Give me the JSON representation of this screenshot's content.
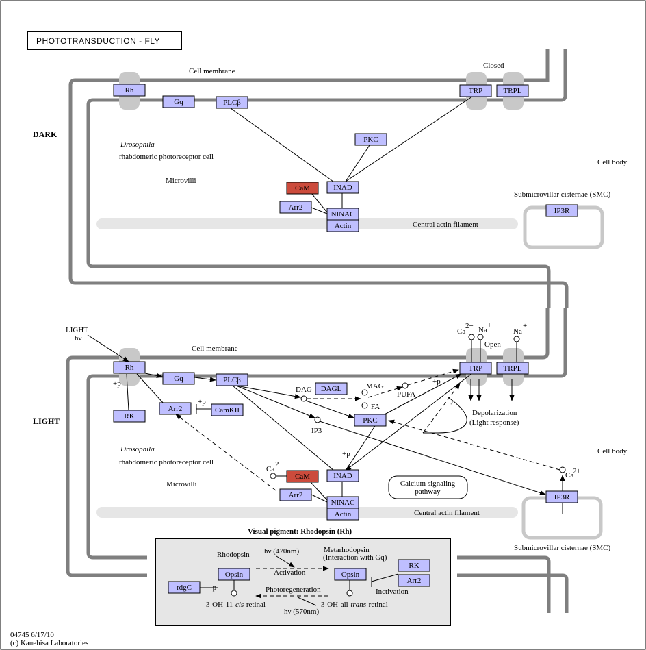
{
  "title": "PHOTOTRANSDUCTION - FLY",
  "footer": {
    "code": "04745 6/17/10",
    "copyright": "(c) Kanehisa Laboratories"
  },
  "dark": {
    "section_label": "DARK",
    "cell_membrane": "Cell membrane",
    "closed": "Closed",
    "drosophila": "Drosophila",
    "rhabdomeric": "rhabdomeric photoreceptor cell",
    "microvilli": "Microvilli",
    "cell_body": "Cell body",
    "smc": "Submicrovillar cisternae (SMC)",
    "central_actin": "Central actin filament",
    "genes": {
      "rh": "Rh",
      "gq": "Gq",
      "plcb": "PLCβ",
      "trp": "TRP",
      "trpl": "TRPL",
      "pkc": "PKC",
      "cam": "CaM",
      "inad": "INAD",
      "arr2": "Arr2",
      "ninac": "NINAC",
      "actin": "Actin",
      "ip3r": "IP3R"
    }
  },
  "light": {
    "section_label": "LIGHT",
    "light": "LIGHT",
    "hv": "hν",
    "cell_membrane": "Cell membrane",
    "open": "Open",
    "ca": "Ca",
    "ca_charge": "2+",
    "na": "Na",
    "na_charge": "+",
    "plus_p_rh": "+p",
    "plus_p_arr2": "+p",
    "plus_p_trp": "+p",
    "plus_p_inad": "+p",
    "dag": "DAG",
    "mag": "MAG",
    "pufa": "PUFA",
    "fa": "FA",
    "ip3": "IP3",
    "question": "?",
    "depolarization": "Depolarization",
    "light_response": "(Light response)",
    "drosophila": "Drosophila",
    "rhabdomeric": "rhabdomeric photoreceptor cell",
    "microvilli": "Microvilli",
    "cell_body": "Cell body",
    "calcium_line1": "Calcium signaling",
    "calcium_line2": "pathway",
    "central_actin": "Central actin filament",
    "smc": "Submicrovillar cisternae (SMC)",
    "genes": {
      "rh": "Rh",
      "gq": "Gq",
      "plcb": "PLCβ",
      "rk": "RK",
      "arr2_top": "Arr2",
      "camkii": "CamKII",
      "dagl": "DAGL",
      "pkc": "PKC",
      "trp": "TRP",
      "trpl": "TRPL",
      "cam": "CaM",
      "inad": "INAD",
      "arr2": "Arr2",
      "ninac": "NINAC",
      "actin": "Actin",
      "ip3r": "IP3R"
    }
  },
  "visual": {
    "heading": "Visual pigment: Rhodopsin (Rh)",
    "rhodopsin": "Rhodopsin",
    "hv470": "hν (470nm)",
    "activation": "Activation",
    "metarhodopsin_line1": "Metarhodopsin",
    "metarhodopsin_line2": "(Interaction with Gq)",
    "photoregeneration": "Photoregeneration",
    "hv570": "hν (570nm)",
    "cis_retinal_pre": "3-OH-11-",
    "cis_retinal_it": "cis",
    "cis_retinal_post": "-retinal",
    "trans_retinal_pre": "3-OH-all-",
    "trans_retinal_it": "trans",
    "trans_retinal_post": "-retinal",
    "minus_p": "-p",
    "inactivation": "Inctivation",
    "genes": {
      "opsin_left": "Opsin",
      "opsin_right": "Opsin",
      "rdgc": "rdgC",
      "rk": "RK",
      "arr2": "Arr2"
    }
  }
}
